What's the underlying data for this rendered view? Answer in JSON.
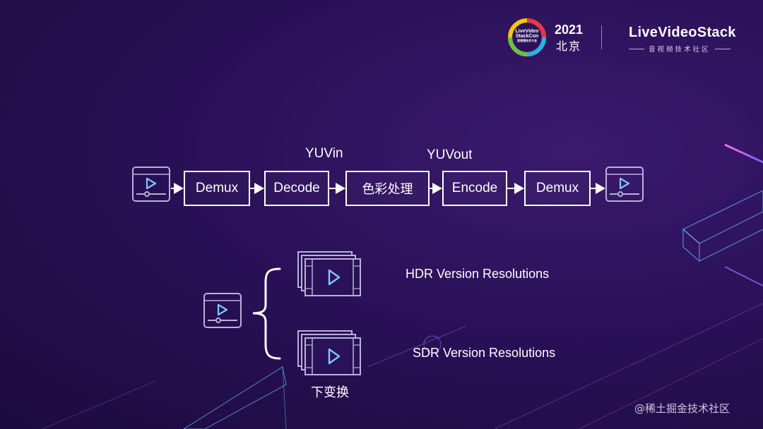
{
  "header": {
    "logo_lines": [
      "LiveVideo",
      "StackCon",
      "音视频技术大会"
    ],
    "year": "2021",
    "city": "北京",
    "brand_name": "LiveVideoStack",
    "brand_sub": "音视频技术社区"
  },
  "pipeline": {
    "steps": [
      "Demux",
      "Decode",
      "色彩处理",
      "Encode",
      "Demux"
    ],
    "yuv_in": "YUVin",
    "yuv_out": "YUVout"
  },
  "branch": {
    "hdr_label": "HDR Version Resolutions",
    "sdr_label": "SDR Version Resolutions",
    "downconvert_label": "下变换"
  },
  "watermark": "@稀土掘金技术社区",
  "colors": {
    "accent_cyan": "#7fc8ff",
    "icon_stroke": "#b8b2d8",
    "neon_pink": "#ff5fd2"
  }
}
